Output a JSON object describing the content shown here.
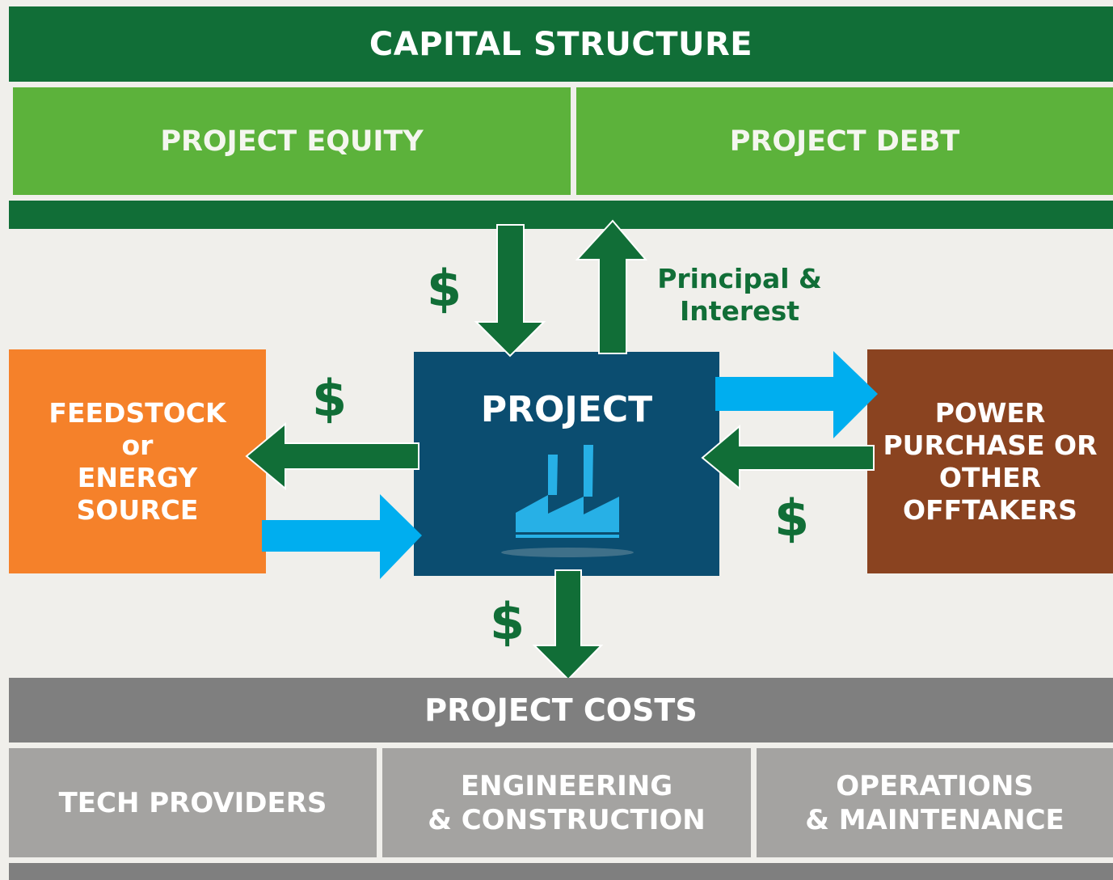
{
  "capital_structure": {
    "title": "CAPITAL STRUCTURE",
    "equity_label": "PROJECT EQUITY",
    "debt_label": "PROJECT DEBT"
  },
  "project": {
    "title": "PROJECT",
    "icon": "factory-icon"
  },
  "feedstock": {
    "label_lines": [
      "FEEDSTOCK",
      "or",
      "ENERGY",
      "SOURCE"
    ]
  },
  "offtaker": {
    "label_lines": [
      "POWER",
      "PURCHASE OR",
      "OTHER",
      "OFFTAKERS"
    ]
  },
  "flows": {
    "dollar_symbol": "$",
    "principal_interest_lines": [
      "Principal &",
      "Interest"
    ]
  },
  "project_costs": {
    "title": "PROJECT COSTS",
    "tech_label": "TECH PROVIDERS",
    "engineering_lines": [
      "ENGINEERING",
      "& CONSTRUCTION"
    ],
    "operations_lines": [
      "OPERATIONS",
      "& MAINTENANCE"
    ]
  },
  "colors": {
    "dark_green": "#116e37",
    "light_green": "#5cb23b",
    "project_blue": "#0b4d70",
    "flow_blue": "#00aeef",
    "orange": "#f5812a",
    "brown": "#8a4320",
    "dark_gray": "#7f7f7f",
    "light_gray": "#a4a3a1",
    "background": "#f0efeb"
  }
}
